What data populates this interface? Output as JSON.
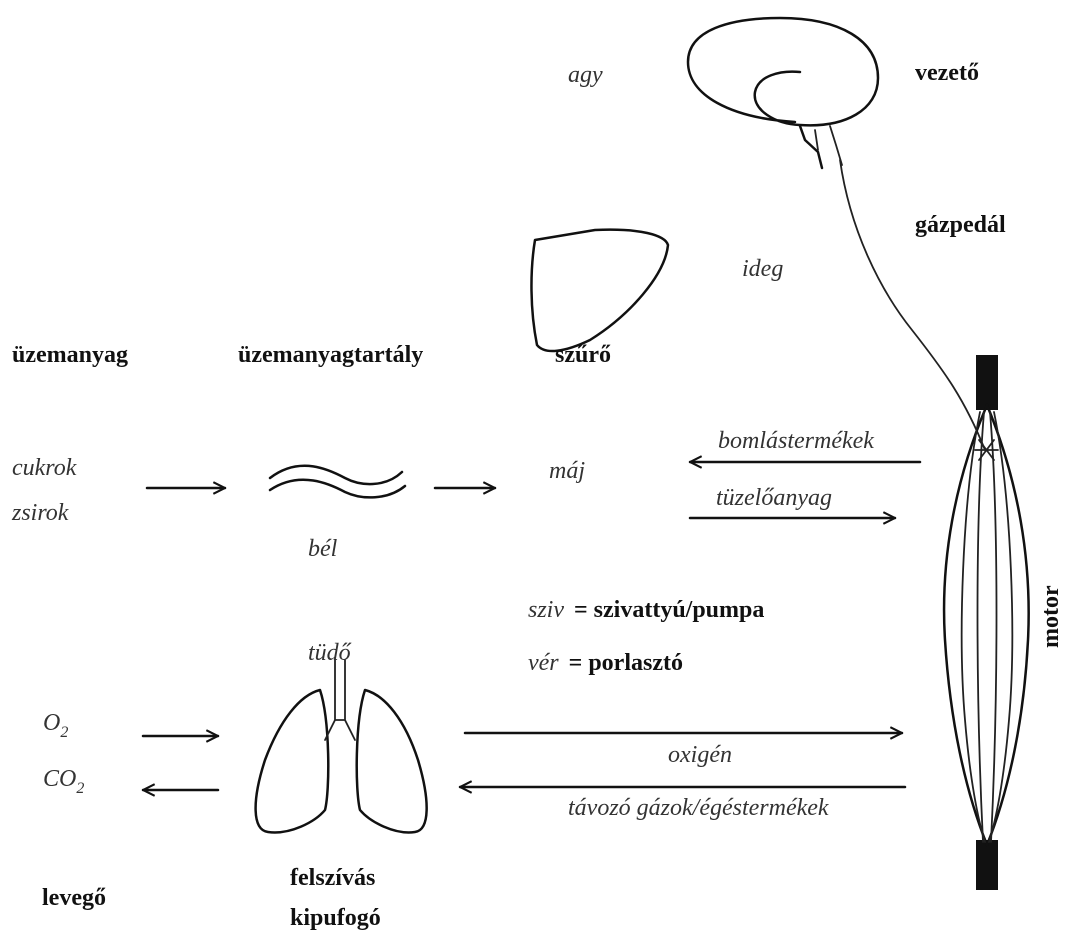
{
  "labels": {
    "agy": "agy",
    "vezeto": "vezető",
    "gazpedal": "gázpedál",
    "ideg": "ideg",
    "uzemanyag": "üzemanyag",
    "uzemanyagtartaly": "üzemanyagtartály",
    "szuro": "szűrő",
    "cukrok": "cukrok",
    "zsirok": "zsirok",
    "bel": "bél",
    "maj": "máj",
    "bomlastermekek": "bomlástermékek",
    "tuzeloanyag": "tüzelőanyag",
    "motor": "motor",
    "sziv": "sziv",
    "sziv_eq": "= szivattyú/pumpa",
    "ver": "vér",
    "ver_eq": "= porlasztó",
    "tudo": "tüdő",
    "o2_base": "O",
    "o2_sub": "2",
    "co2_base": "CO",
    "co2_sub": "2",
    "oxigen": "oxigén",
    "tavozo": "távozó gázok/égéstermékek",
    "levego": "levegő",
    "felszivas": "felszívás",
    "kipufogo": "kipufogó"
  }
}
